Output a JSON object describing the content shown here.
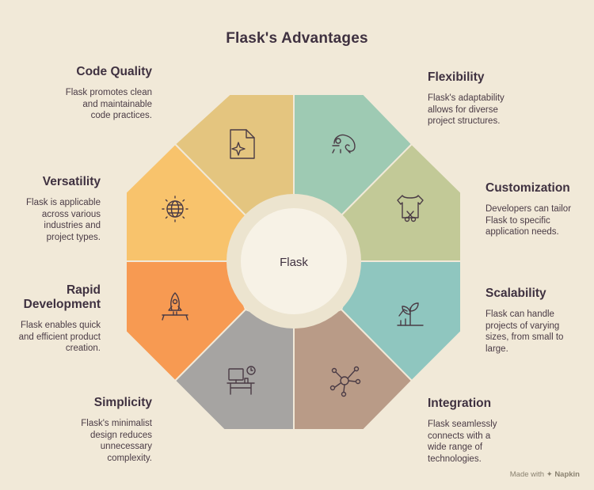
{
  "title": "Flask's Advantages",
  "center_label": "Flask",
  "sections": [
    {
      "title": "Code Quality",
      "description": "Flask promotes clean and maintainable code practices.",
      "icon": "code-file-icon",
      "color": "#e4c57f"
    },
    {
      "title": "Flexibility",
      "description": "Flask's adaptability allows for diverse project structures.",
      "icon": "chameleon-icon",
      "color": "#9ecab3"
    },
    {
      "title": "Customization",
      "description": "Developers can tailor Flask to specific application needs.",
      "icon": "tailoring-shirt-icon",
      "color": "#c2c997"
    },
    {
      "title": "Scalability",
      "description": "Flask can handle projects of varying sizes, from small to large.",
      "icon": "growing-plant-icon",
      "color": "#8fc6bf"
    },
    {
      "title": "Integration",
      "description": "Flask seamlessly connects with a wide range of technologies.",
      "icon": "network-hub-icon",
      "color": "#b99b87"
    },
    {
      "title": "Simplicity",
      "description": "Flask's minimalist design reduces unnecessary complexity.",
      "icon": "desk-workstation-icon",
      "color": "#a6a4a2"
    },
    {
      "title": "Rapid Development",
      "description": "Flask enables quick and efficient product creation.",
      "icon": "rocket-launch-icon",
      "color": "#f79a52"
    },
    {
      "title": "Versatility",
      "description": "Flask is applicable across various industries and project types.",
      "icon": "globe-icon",
      "color": "#f8c36c"
    }
  ],
  "branding": {
    "made_with": "Made with",
    "logo_text": "Napkin"
  }
}
